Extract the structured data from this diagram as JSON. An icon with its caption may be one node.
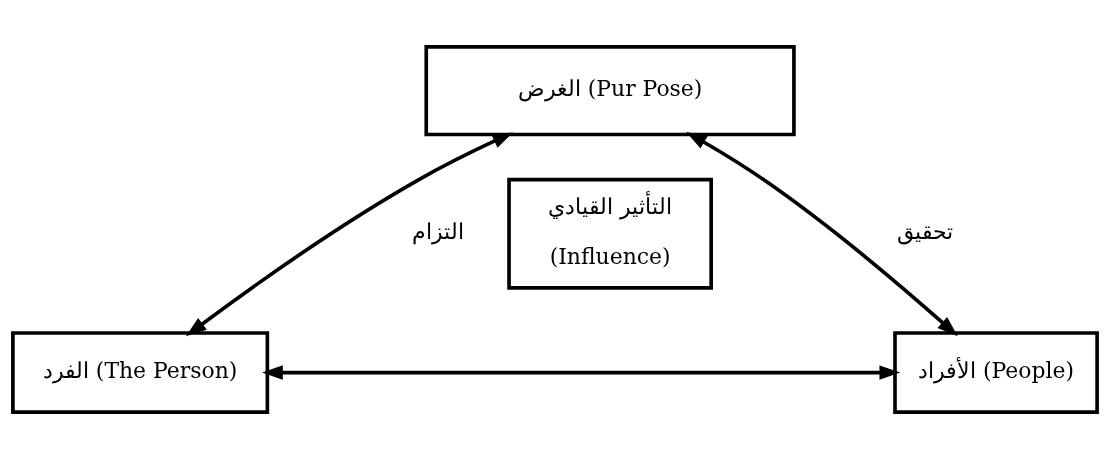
{
  "diagram": {
    "nodes": [
      {
        "text": [
          "الغرض (Pur Pose)"
        ]
      },
      {
        "text": [
          "التأثير القيادي",
          "(Influence)"
        ]
      },
      {
        "text": [
          "الفرد (The Person)"
        ]
      },
      {
        "text": [
          "الأفراد (People)"
        ]
      }
    ],
    "edges": [
      {
        "from": 0,
        "to": 2,
        "arrow": "both",
        "label": "التزام"
      },
      {
        "from": 0,
        "to": 3,
        "arrow": "both",
        "label": "تحقيق"
      },
      {
        "from": 2,
        "to": 3,
        "arrow": "both"
      }
    ]
  }
}
